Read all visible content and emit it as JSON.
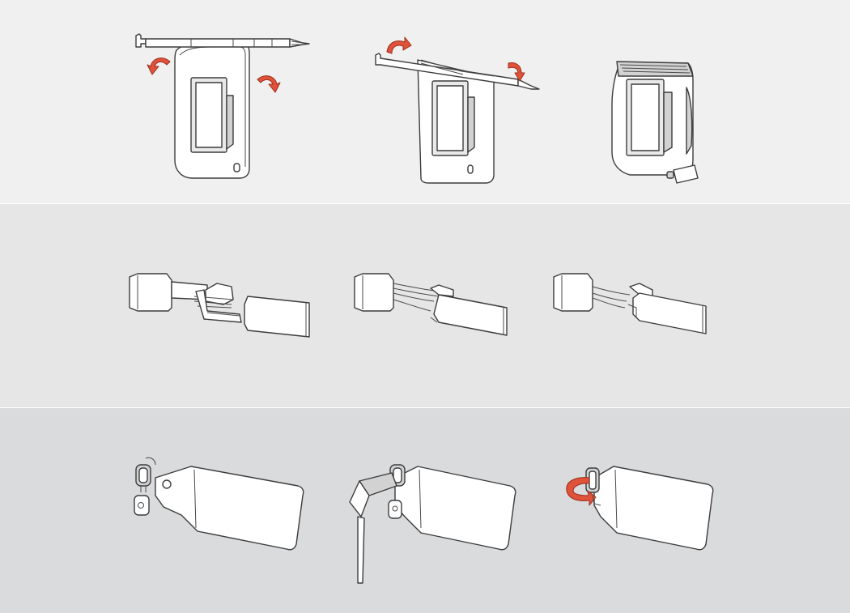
{
  "figure": {
    "panels": [
      {
        "id": "sealing",
        "steps": 3
      },
      {
        "id": "clip-closure",
        "steps": 3
      },
      {
        "id": "tether-attachment",
        "steps": 3
      }
    ]
  },
  "colors": {
    "band_top": "#f0f0f0",
    "band_middle": "#e6e6e6",
    "band_bottom": "#dadbdd",
    "line": "#3c3c3c",
    "arrow": "#e0523a"
  },
  "icons": [
    "fold-arrow-icon",
    "wrap-arrow-icon"
  ]
}
